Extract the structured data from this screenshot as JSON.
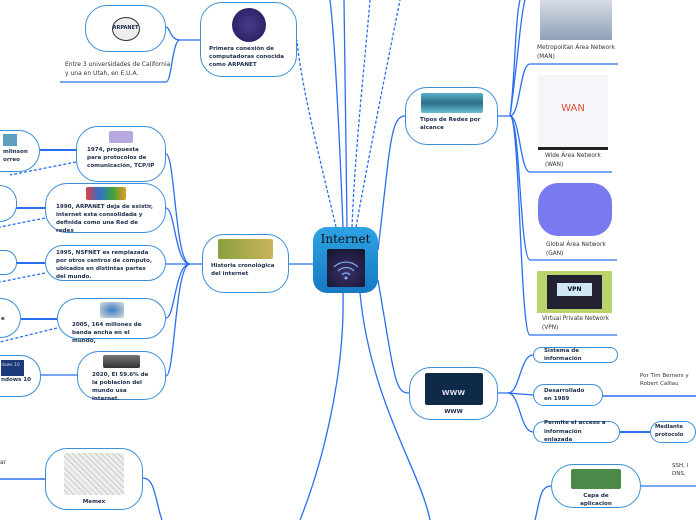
{
  "central": {
    "title": "Internet",
    "icon": "wifi-icon"
  },
  "history_root": {
    "label": "Primera conexión de computadoras conocida como ARPANET",
    "icon": "atom-icon"
  },
  "arpanet_logo": {
    "label": "ARPANET"
  },
  "arpanet_note": "Entre 3 universidades de California y una en Utah, en E.U.A.",
  "timeline": {
    "label": "Historia cronológica del internet",
    "items": [
      {
        "label": "1974, propuesta para protocolos de comunicación, TCP/IP"
      },
      {
        "label": "1990, ARPANET deja de existir, internet esta consolidada y definida como una Red de redes"
      },
      {
        "label": "1995, NSFNET es remplazada por otros centros de computo, ubicados en distintas partes del mundo."
      },
      {
        "label": "2005, 164 millones de banda ancha en el mundo,"
      },
      {
        "label": "2020, El 59.6% de la población del mundo usa internet."
      }
    ],
    "partial": [
      "mlinson",
      "orreo",
      "e",
      "dows 10",
      "ndows 10"
    ]
  },
  "memex": {
    "label": "Memex",
    "partial_note": "ar"
  },
  "networks": {
    "label": "Tipos de Redes por alcance",
    "items": [
      {
        "label": "Metropolitan Área Network (MAN)"
      },
      {
        "label": "Wide Área Network (WAN)",
        "image_text": "WAN"
      },
      {
        "label": "Global Área Network (GAN)"
      },
      {
        "label": "Virtual Private Network (VPN)",
        "image_text": "VPN"
      }
    ]
  },
  "www": {
    "label": "WWW",
    "image_text": "WWW",
    "items": [
      {
        "label": "Sistema de información"
      },
      {
        "label": "Desarrollado en 1989",
        "note": "Por Tim Berners y Robert Calliau"
      },
      {
        "label": "Permite el acceso a información enlazada",
        "child": "Mediante protocolo"
      }
    ]
  },
  "app_layer": {
    "label": "Capa de aplicacion",
    "note": "SSH, I DNS,"
  },
  "colors": {
    "line": "#2a6ef0",
    "border": "#3a8fd8",
    "central": "#1e8fd6"
  }
}
